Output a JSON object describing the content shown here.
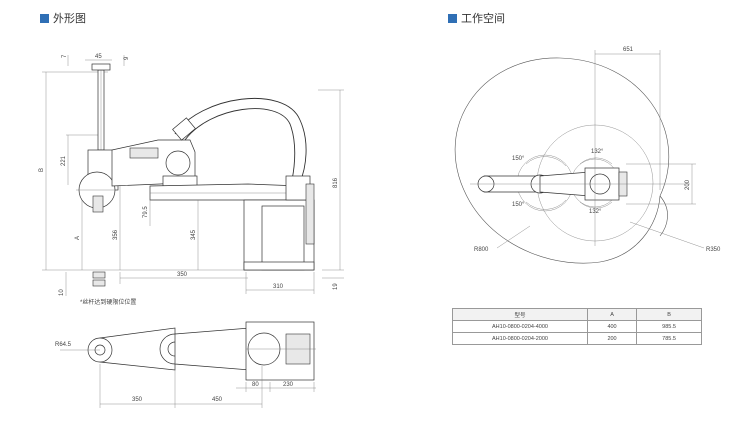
{
  "headings": {
    "outline": "外形图",
    "workspace": "工作空间"
  },
  "side_view": {
    "top_dims": [
      "7",
      "45",
      "9"
    ],
    "left_dims": {
      "b": "B",
      "a": "A",
      "z": "221",
      "bottom": "10"
    },
    "inner_dims": [
      "79.5",
      "356",
      "345"
    ],
    "right_dims": {
      "height": "816",
      "foot": "19"
    },
    "bottom_dims": [
      "350",
      "310"
    ],
    "note": "*丝杆达到硬限位位置"
  },
  "top_view": {
    "radius": "R64.5",
    "bottom_dims": [
      "350",
      "450"
    ],
    "base_dims": [
      "80",
      "230"
    ]
  },
  "workspace": {
    "reach": "651",
    "radii": [
      "R800",
      "R350"
    ],
    "angles": [
      "150°",
      "132°",
      "150°",
      "132°"
    ],
    "width": "200"
  },
  "table": {
    "headers": [
      "型号",
      "A",
      "B"
    ],
    "rows": [
      [
        "AH10-0800-0204-4000",
        "400",
        "985.5"
      ],
      [
        "AH10-0800-0204-2000",
        "200",
        "785.5"
      ]
    ]
  }
}
